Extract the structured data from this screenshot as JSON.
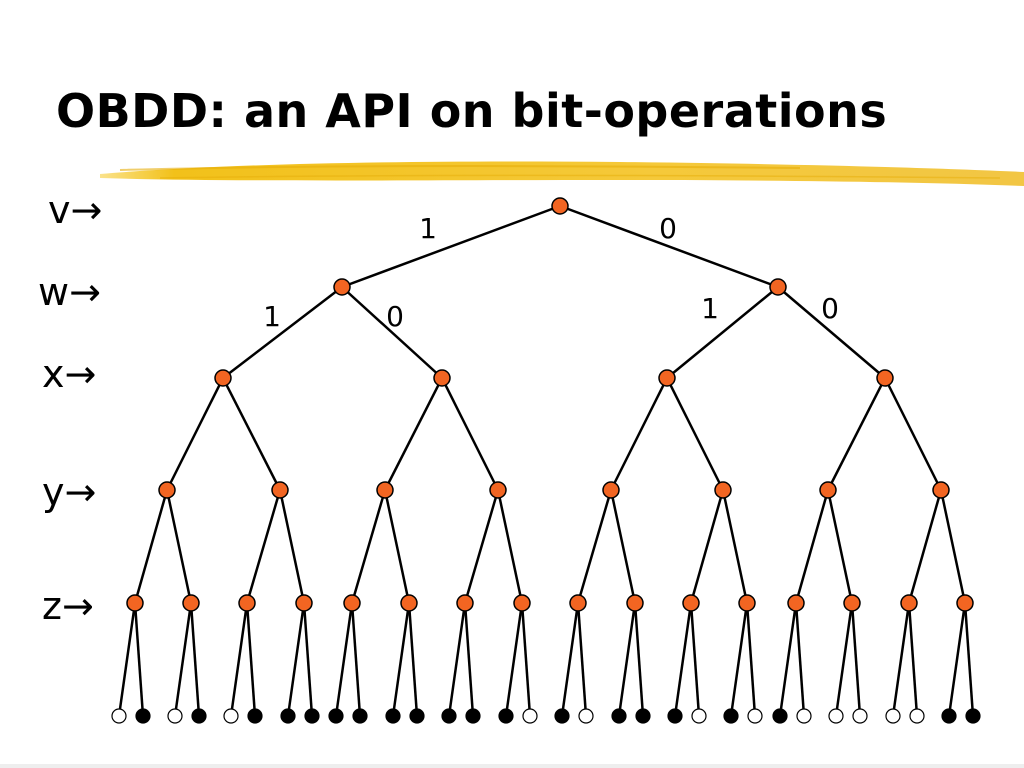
{
  "slide": {
    "title": "OBDD: an API on bit-operations"
  },
  "variables": [
    "v→",
    "w→",
    "x→",
    "y→",
    "z→"
  ],
  "edge_labels": {
    "root": {
      "left": "1",
      "right": "0"
    },
    "level1_left": {
      "left": "1",
      "right": "0"
    },
    "level1_right": {
      "left": "1",
      "right": "0"
    }
  },
  "leaves": [
    0,
    1,
    0,
    1,
    0,
    1,
    1,
    1,
    1,
    1,
    1,
    1,
    1,
    1,
    1,
    0,
    1,
    0,
    1,
    1,
    1,
    0,
    1,
    0,
    1,
    0,
    0,
    0,
    0,
    0,
    1,
    1
  ],
  "colors": {
    "node_fill": "#f26522",
    "node_stroke": "#000000",
    "edge": "#000000",
    "leaf_filled": "#000000",
    "leaf_empty": "#ffffff",
    "highlight": "#f5c518"
  }
}
